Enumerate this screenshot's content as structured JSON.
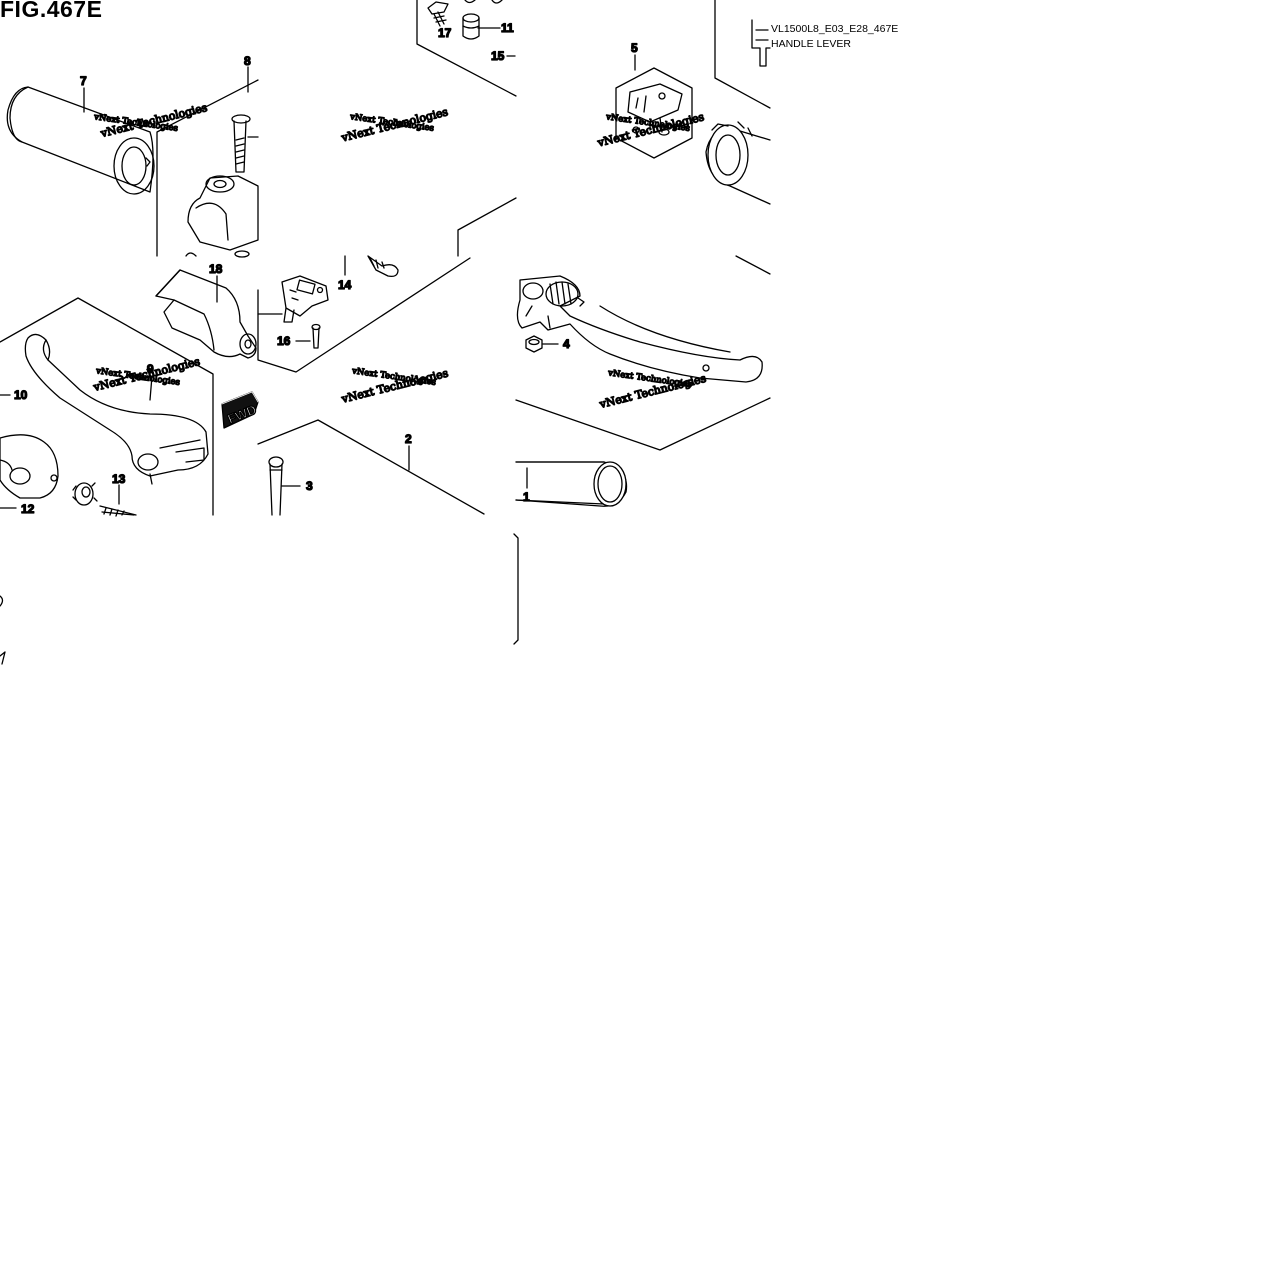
{
  "figure": {
    "title": "FIG.467E",
    "code": "VL1500L8_E03_E28_467E",
    "name": "HANDLE LEVER"
  },
  "watermark": "vNext Technologies",
  "forward_marker": "FWD",
  "callouts": {
    "p1": "1",
    "p2": "2",
    "p3": "3",
    "p4": "4",
    "p5": "5",
    "p7": "7",
    "p8": "8",
    "p9": "9",
    "p10": "10",
    "p11": "11",
    "p12": "12",
    "p13": "13",
    "p14": "14",
    "p15": "15",
    "p16": "16",
    "p17": "17",
    "p18": "18"
  }
}
